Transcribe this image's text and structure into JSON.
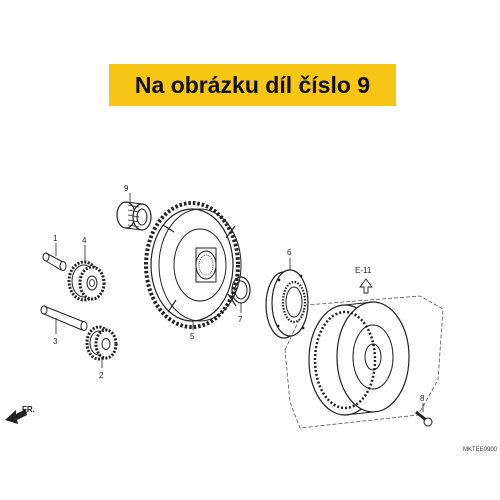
{
  "banner": {
    "text": "Na obrázku díl číslo 9",
    "color": "#f7c614"
  },
  "diagram": {
    "part_labels": {
      "p1": "1",
      "p2": "2",
      "p3": "3",
      "p4": "4",
      "p5": "5",
      "p6": "6",
      "p7": "7",
      "p8": "8",
      "p9": "9"
    },
    "reference_label": "E-11",
    "front_label": "FR.",
    "code": "MKTEE0900"
  }
}
